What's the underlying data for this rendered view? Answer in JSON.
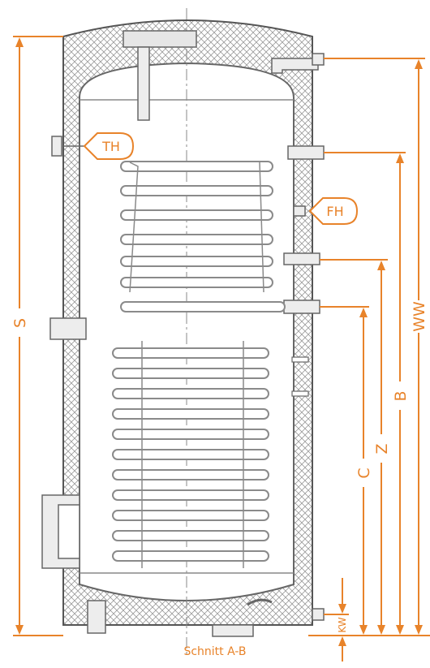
{
  "labels": {
    "th": "TH",
    "fh": "FH",
    "s": "S",
    "ww": "WW",
    "b": "B",
    "z": "Z",
    "c": "C",
    "kw": "KW"
  },
  "caption": "Schnitt A-B",
  "colors": {
    "dimension": "#e8832a",
    "outline": "#666666",
    "coil": "#8a8a8a",
    "insulation_hatch": "#9a9a9a"
  },
  "icons": {
    "th_tag": "teardrop-tag",
    "fh_tag": "teardrop-tag"
  }
}
